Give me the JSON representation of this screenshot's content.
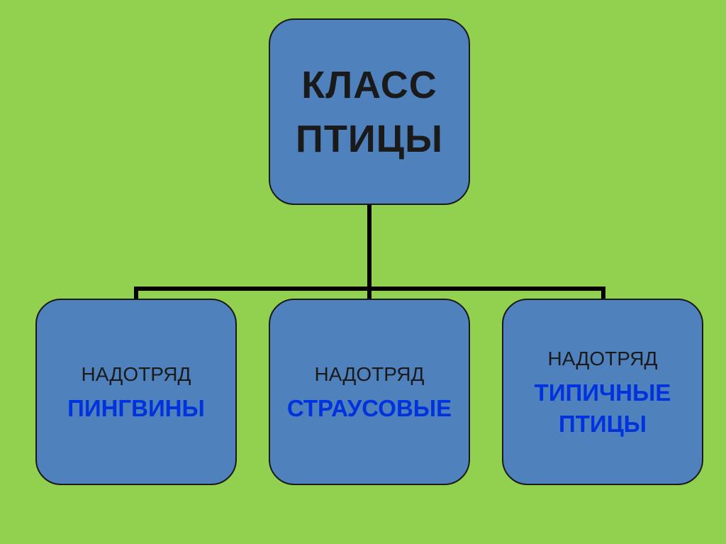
{
  "colors": {
    "background": "#92D050",
    "box_fill": "#4F81BD",
    "box_border": "#1a1a1a",
    "connector": "#000000",
    "root_text": "#1a1a1a",
    "rank_text": "#1a1a1a",
    "taxon_text": "#0033DD"
  },
  "root": {
    "lines": [
      "КЛАСС",
      "ПТИЦЫ"
    ]
  },
  "children": [
    {
      "rank": "НАДОТРЯД",
      "taxon_lines": [
        "ПИНГВИНЫ"
      ]
    },
    {
      "rank": "НАДОТРЯД",
      "taxon_lines": [
        "СТРАУСОВЫЕ"
      ]
    },
    {
      "rank": "НАДОТРЯД",
      "taxon_lines": [
        "ТИПИЧНЫЕ",
        "ПТИЦЫ"
      ]
    }
  ]
}
